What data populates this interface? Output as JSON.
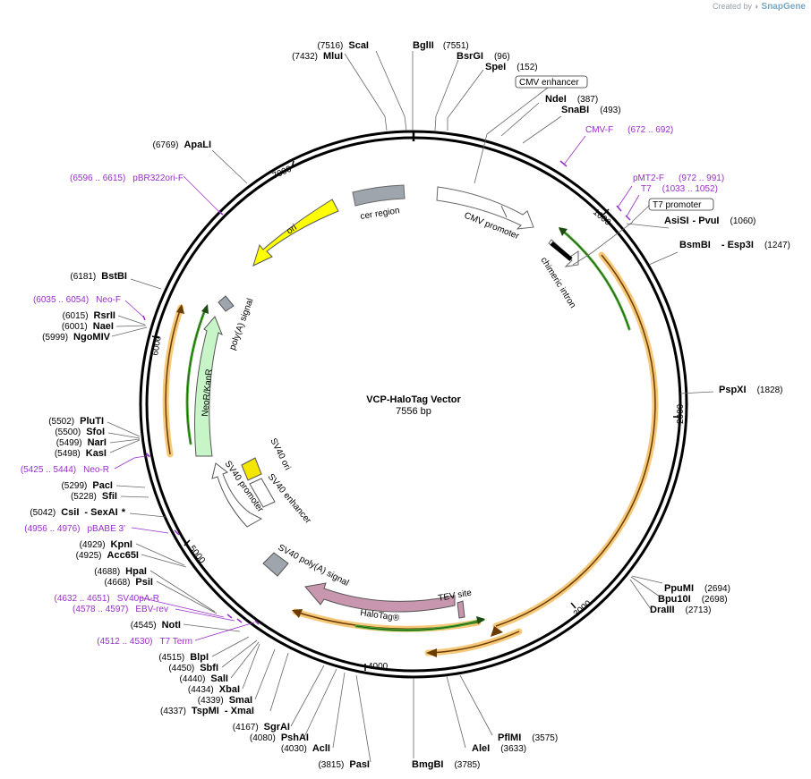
{
  "watermark": {
    "created_by": "Created by",
    "brand": "SnapGene"
  },
  "map": {
    "title": "VCP-HaloTag Vector",
    "length_label": "7556 bp",
    "length": 7556
  },
  "ticks": [
    "1000",
    "2000",
    "3000",
    "4000",
    "5000",
    "6000",
    "7000"
  ],
  "sites": [
    {
      "name": "ScaI",
      "pos": "(7516)"
    },
    {
      "name": "BglII",
      "pos": "(7551)"
    },
    {
      "name": "MluI",
      "pos": "(7432)"
    },
    {
      "name": "BsrGI",
      "pos": "(96)"
    },
    {
      "name": "SpeI",
      "pos": "(152)"
    },
    {
      "name": "NdeI",
      "pos": "(387)"
    },
    {
      "name": "SnaBI",
      "pos": "(493)"
    },
    {
      "name": "ApaLI",
      "pos": "(6769)"
    },
    {
      "name": "AsiSI",
      "name2": "PvuI",
      "pos": "(1060)"
    },
    {
      "name": "BsmBI",
      "name2": "Esp3I",
      "pos": "(1247)"
    },
    {
      "name": "BstBI",
      "pos": "(6181)"
    },
    {
      "name": "RsrII",
      "pos": "(6015)"
    },
    {
      "name": "NaeI",
      "pos": "(6001)"
    },
    {
      "name": "NgoMIV",
      "pos": "(5999)"
    },
    {
      "name": "PspXI",
      "pos": "(1828)"
    },
    {
      "name": "PluTI",
      "pos": "(5502)"
    },
    {
      "name": "SfoI",
      "pos": "(5500)"
    },
    {
      "name": "NarI",
      "pos": "(5499)"
    },
    {
      "name": "KasI",
      "pos": "(5498)"
    },
    {
      "name": "PacI",
      "pos": "(5299)"
    },
    {
      "name": "SfiI",
      "pos": "(5228)"
    },
    {
      "name": "CsiI",
      "name2": "SexAI",
      "star": "*",
      "pos": "(5042)"
    },
    {
      "name": "KpnI",
      "pos": "(4929)"
    },
    {
      "name": "Acc65I",
      "pos": "(4925)"
    },
    {
      "name": "HpaI",
      "pos": "(4688)"
    },
    {
      "name": "PsiI",
      "pos": "(4668)"
    },
    {
      "name": "NotI",
      "pos": "(4545)"
    },
    {
      "name": "PpuMI",
      "pos": "(2694)"
    },
    {
      "name": "Bpu10I",
      "pos": "(2698)"
    },
    {
      "name": "DraIII",
      "pos": "(2713)"
    },
    {
      "name": "BlpI",
      "pos": "(4515)"
    },
    {
      "name": "SbfI",
      "pos": "(4450)"
    },
    {
      "name": "SalI",
      "pos": "(4440)"
    },
    {
      "name": "XbaI",
      "pos": "(4434)"
    },
    {
      "name": "SmaI",
      "pos": "(4339)"
    },
    {
      "name": "TspMI",
      "name2": "XmaI",
      "pos": "(4337)"
    },
    {
      "name": "SgrAI",
      "pos": "(4167)"
    },
    {
      "name": "PshAI",
      "pos": "(4080)"
    },
    {
      "name": "AclI",
      "pos": "(4030)"
    },
    {
      "name": "PasI",
      "pos": "(3815)"
    },
    {
      "name": "BmgBI",
      "pos": "(3785)"
    },
    {
      "name": "AleI",
      "pos": "(3633)"
    },
    {
      "name": "PflMI",
      "pos": "(3575)"
    }
  ],
  "primers": [
    {
      "name": "CMV-F",
      "range": "(672 .. 692)"
    },
    {
      "name": "pMT2-F",
      "range": "(972 .. 991)"
    },
    {
      "name": "T7",
      "range": "(1033 .. 1052)"
    },
    {
      "name": "pBR322ori-F",
      "range": "(6596 .. 6615)"
    },
    {
      "name": "Neo-F",
      "range": "(6035 .. 6054)"
    },
    {
      "name": "Neo-R",
      "range": "(5425 .. 5444)"
    },
    {
      "name": "pBABE 3'",
      "range": "(4956 .. 4976)"
    },
    {
      "name": "SV40pA-R",
      "range": "(4632 .. 4651)"
    },
    {
      "name": "EBV-rev",
      "range": "(4578 .. 4597)"
    },
    {
      "name": "T7 Term",
      "range": "(4512 .. 4530)"
    }
  ],
  "boxed_labels": {
    "cmv_enhancer": "CMV enhancer",
    "t7_promoter": "T7 promoter"
  },
  "features": {
    "cer_region": "cer region",
    "cmv_promoter": "CMV promoter",
    "chimeric_intron": "chimeric intron",
    "ori": "ori",
    "polyA_signal": "poly(A) signal",
    "neor_kanr": "NeoR/KanR",
    "sv40_ori": "SV40 ori",
    "sv40_enhancer": "SV40 enhancer",
    "sv40_promoter": "SV40 promoter",
    "sv40_polyA": "SV40 poly(A) signal",
    "halotag": "HaloTag®",
    "tev_site": "TEV site"
  },
  "colors": {
    "ori": "#ffff00",
    "neor": "#c8f5c8",
    "halotag": "#c896ae",
    "orf_outline": "#f5c87a",
    "orf_line": "#8b4a00",
    "green_orf": "#4aa832",
    "primer": "#9a2ecb",
    "grey_feature": "#9ea5ad",
    "sv40_ori": "#f5e600"
  }
}
